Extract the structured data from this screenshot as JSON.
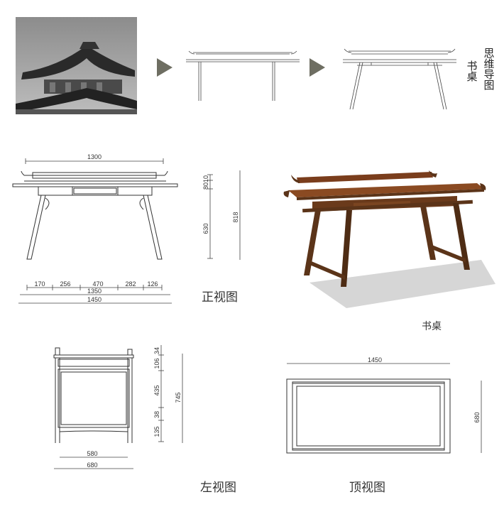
{
  "titles": {
    "mind_map": "思维导图",
    "desk_side": "书桌",
    "desk_render": "书桌"
  },
  "captions": {
    "front": "正视图",
    "left": "左视图",
    "top": "顶视图"
  },
  "front_view": {
    "top_width": "1300",
    "heights": [
      "10",
      "80",
      "630"
    ],
    "total_height": "818",
    "segments": [
      "170",
      "256",
      "470",
      "282",
      "126"
    ],
    "inner_width": "1350",
    "overall_width": "1450"
  },
  "left_view": {
    "heights": [
      "34",
      "106",
      "435",
      "38",
      "135"
    ],
    "total_height": "745",
    "inner_width": "580",
    "overall_width": "680"
  },
  "top_view": {
    "width": "1450",
    "depth": "680"
  },
  "colors": {
    "wood_dark": "#5b3419",
    "wood_top": "#8a4a22",
    "arrow": "#6e6e62",
    "shadow": "#d6d6d6"
  }
}
